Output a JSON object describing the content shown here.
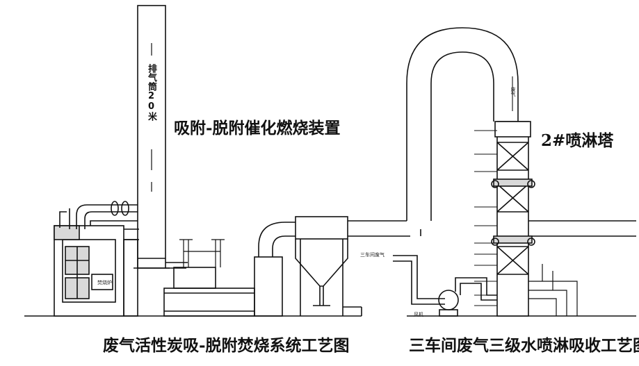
{
  "labels": {
    "chimney": "排气筒20米",
    "adsorption_device": "吸附-脱附催化燃烧装置",
    "spray_tower": "2#喷淋塔",
    "left_title": "废气活性炭吸-脱附焚烧系统工艺图",
    "right_title": "三车间废气三级水喷淋吸收工艺图",
    "workshop_gas": "三车间废气",
    "fan": "风机",
    "tower_exhaust": "废气",
    "furnace": "焚烧炉"
  },
  "colors": {
    "line": "#111111",
    "fill": "#ffffff",
    "shade": "#d9d9d9"
  }
}
